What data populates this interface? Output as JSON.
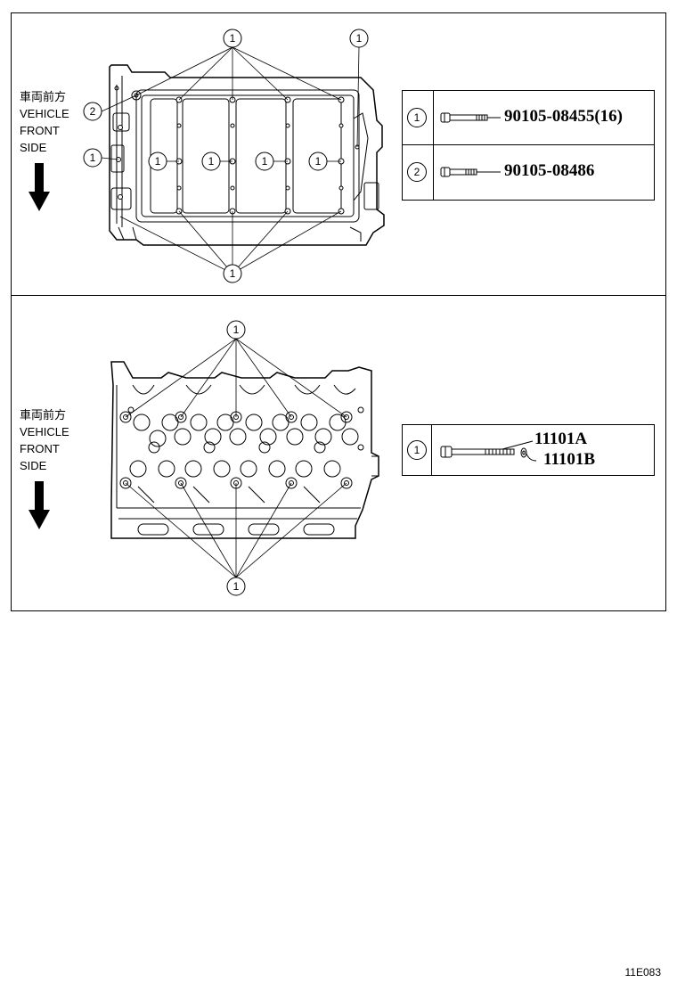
{
  "panels": [
    {
      "front_label": {
        "jp": "車両前方",
        "l1": "VEHICLE",
        "l2": "FRONT",
        "l3": "SIDE"
      },
      "callouts": [
        "1",
        "1",
        "2",
        "1",
        "1",
        "1",
        "1",
        "1",
        "1"
      ],
      "table": {
        "rows": [
          {
            "index": "1",
            "part_number": "90105-08455(16)"
          },
          {
            "index": "2",
            "part_number": "90105-08486"
          }
        ]
      }
    },
    {
      "front_label": {
        "jp": "車両前方",
        "l1": "VEHICLE",
        "l2": "FRONT",
        "l3": "SIDE"
      },
      "callouts": [
        "1",
        "1"
      ],
      "table": {
        "rows": [
          {
            "index": "1",
            "part_number_a": "11101A",
            "part_number_b": "11101B"
          }
        ]
      }
    }
  ],
  "page_code": "11E083"
}
